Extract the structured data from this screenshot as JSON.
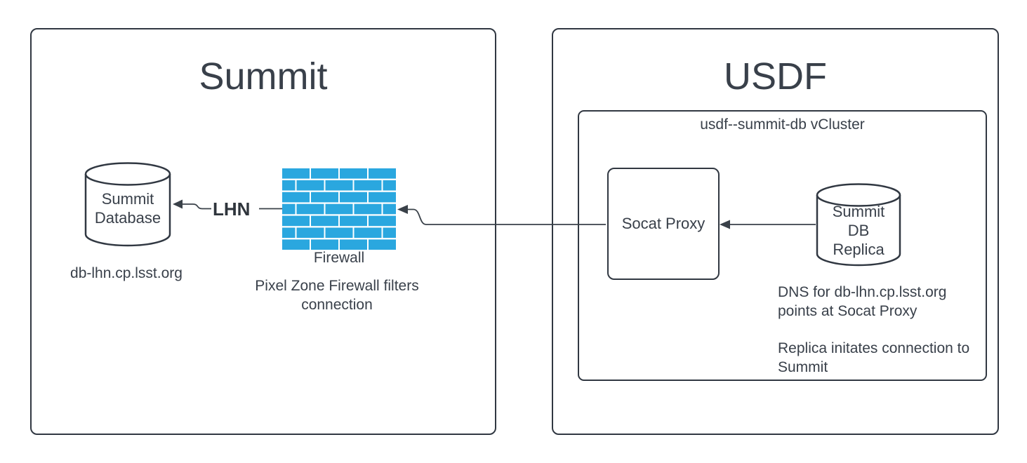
{
  "diagram": {
    "summit": {
      "title": "Summit",
      "database": {
        "label_line1": "Summit",
        "label_line2": "Database",
        "hostname": "db-lhn.cp.lsst.org"
      },
      "firewall": {
        "label": "Firewall",
        "note_line1": "Pixel Zone Firewall filters",
        "note_line2": "connection"
      },
      "lhn_arrow_label": "LHN"
    },
    "usdf": {
      "title": "USDF",
      "vcluster": {
        "label": "usdf--summit-db vCluster",
        "socat_proxy": {
          "label": "Socat Proxy"
        },
        "replica_db": {
          "label_line1": "Summit",
          "label_line2": "DB",
          "label_line3": "Replica"
        },
        "notes": {
          "dns_line1": "DNS for db-lhn.cp.lsst.org",
          "dns_line2": "points at Socat Proxy",
          "replica_line1": "Replica initates connection to",
          "replica_line2": "Summit"
        }
      }
    },
    "colors": {
      "stroke": "#313842",
      "text": "#39404a",
      "firewall_brick_blue": "#2aa7df",
      "arrow": "#3a4149",
      "background": "#ffffff"
    }
  }
}
